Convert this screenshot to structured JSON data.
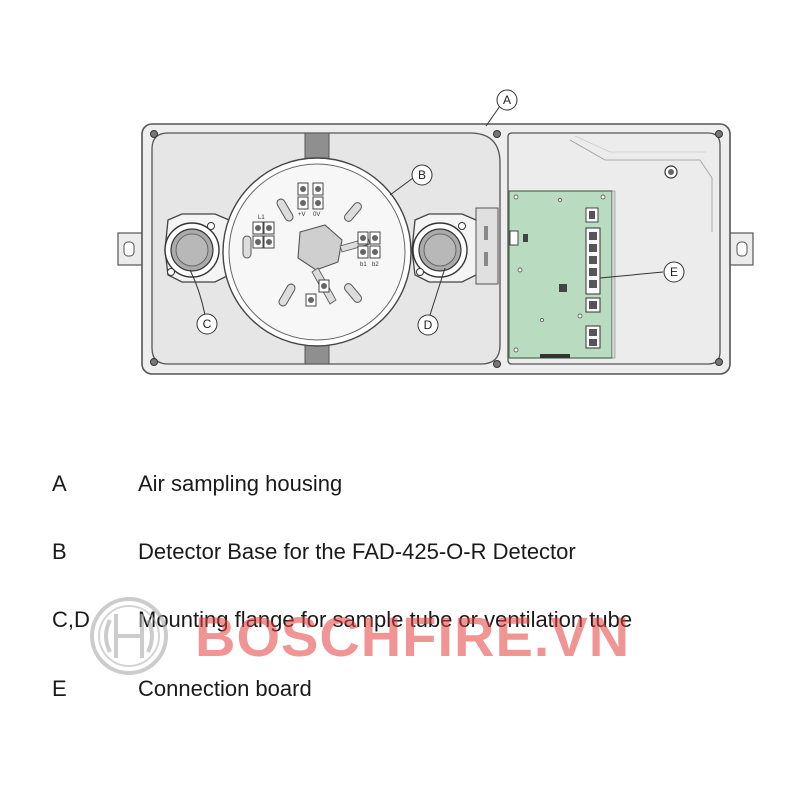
{
  "callouts": {
    "a": "A",
    "b": "B",
    "c": "C",
    "d": "D",
    "e": "E"
  },
  "base_labels": {
    "plus_v": "+V",
    "zero_v": "0V",
    "b1": "b1",
    "b2": "b2",
    "l1": "L1"
  },
  "legend": [
    {
      "key": "A",
      "desc": "Air sampling housing"
    },
    {
      "key": "B",
      "desc": "Detector Base for the FAD-425-O-R Detector"
    },
    {
      "key": "C,D",
      "desc": "Mounting flange for sample tube or ventilation tube"
    },
    {
      "key": "E",
      "desc": "Connection board"
    }
  ],
  "watermark": {
    "text": "BOSCHFIRE.VN",
    "color": "#e43c3c"
  },
  "colors": {
    "pcb": "#b9dbbf",
    "housing": "#eeeeee",
    "outline": "#555555"
  }
}
